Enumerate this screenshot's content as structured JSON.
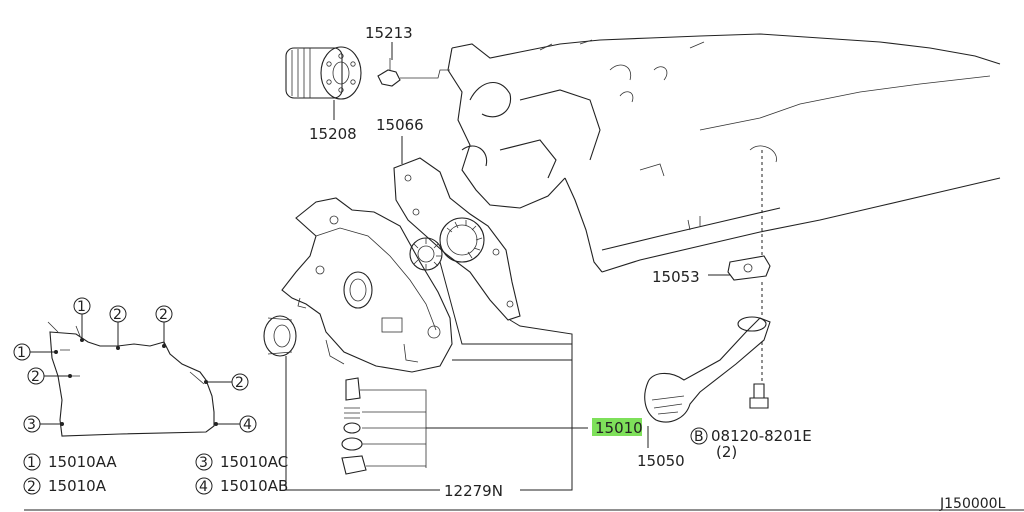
{
  "callouts": {
    "p15213": "15213",
    "p15208": "15208",
    "p15066": "15066",
    "p15053": "15053",
    "p15010": "15010",
    "p15050": "15050",
    "p12279": "12279N",
    "bolt_prefix": "B",
    "bolt_code": "08120-8201E",
    "bolt_qty": "(2)"
  },
  "highlight_color": "#7ee05a",
  "legend": [
    {
      "num": "1",
      "code": "15010AA"
    },
    {
      "num": "2",
      "code": "15010A"
    },
    {
      "num": "3",
      "code": "15010AC"
    },
    {
      "num": "4",
      "code": "15010AB"
    }
  ],
  "outline_markers": [
    "1",
    "2",
    "2",
    "1",
    "2",
    "2",
    "3",
    "4"
  ],
  "diagram_id": "J150000L"
}
